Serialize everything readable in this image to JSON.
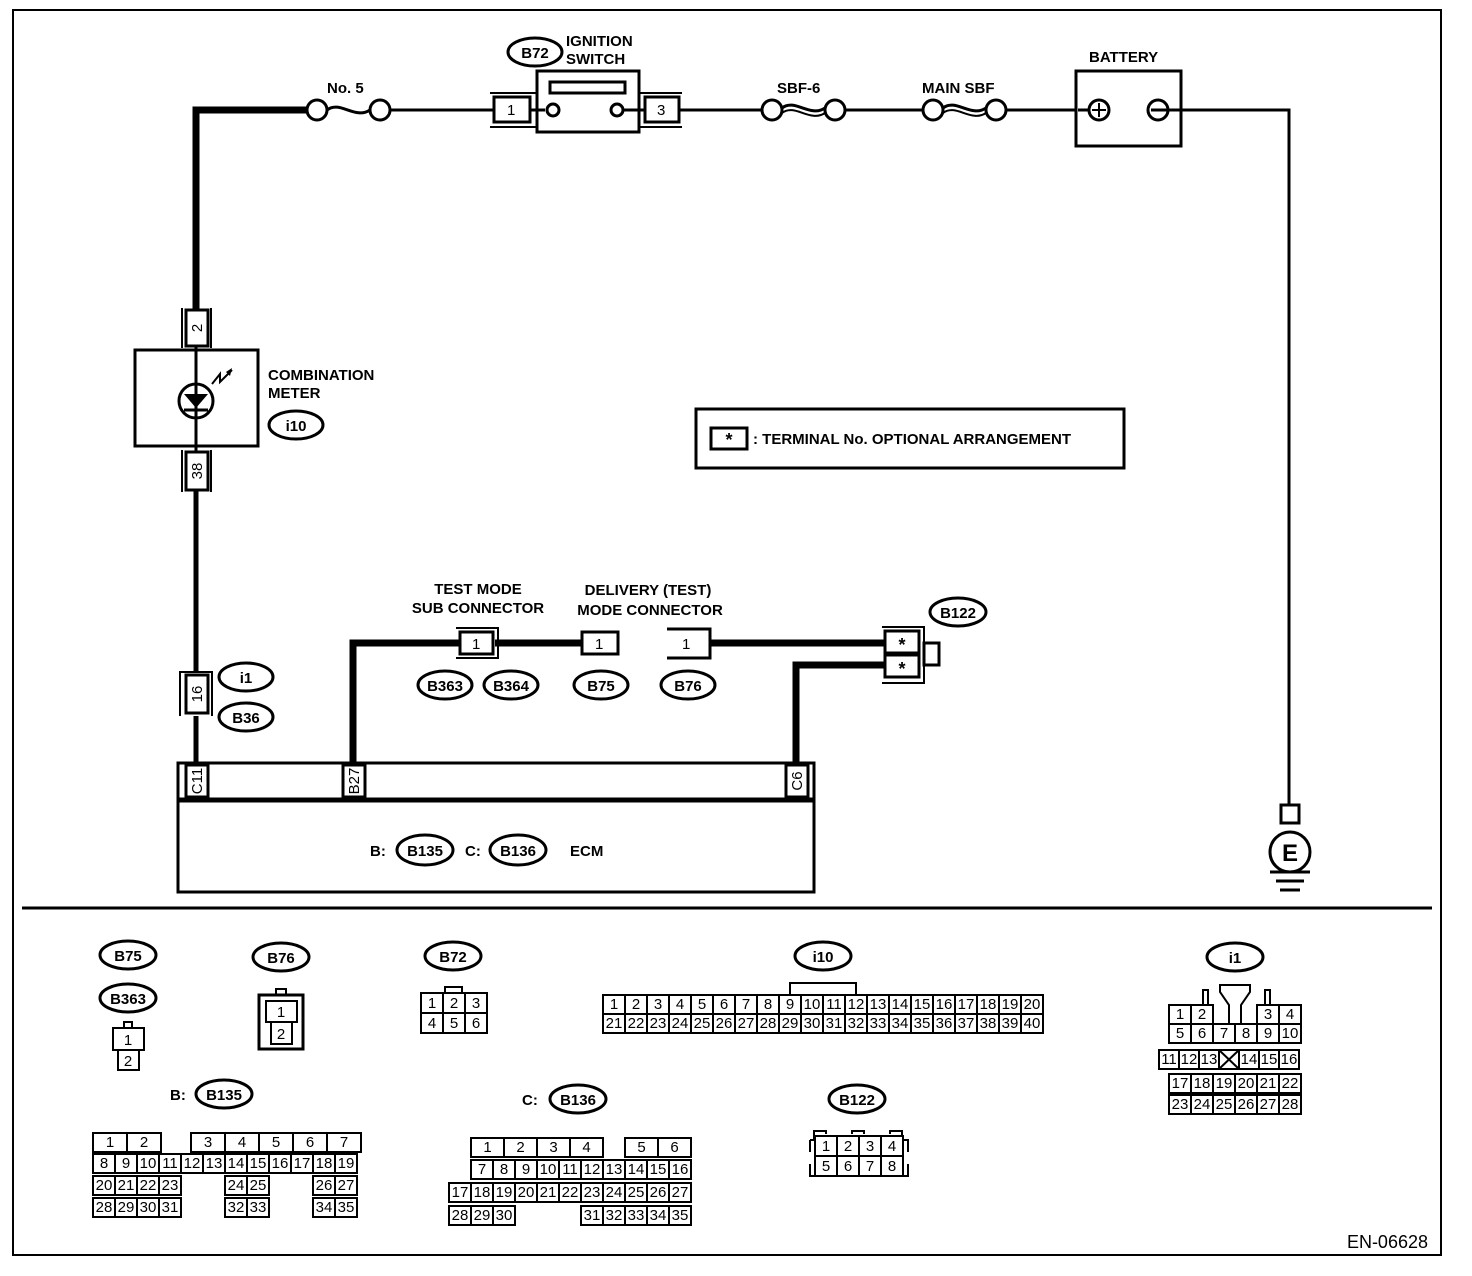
{
  "diagram": {
    "code": "EN-06628",
    "colors": {
      "line": "#000000",
      "background": "#ffffff"
    },
    "fuses": {
      "no5": "No. 5",
      "sbf6": "SBF-6",
      "main_sbf": "MAIN SBF"
    },
    "ignition_switch": {
      "label_line1": "IGNITION",
      "label_line2": "SWITCH",
      "connector": "B72",
      "pin_in": "1",
      "pin_out": "3"
    },
    "battery": {
      "label": "BATTERY",
      "plus": "+",
      "minus": "−"
    },
    "ground": {
      "label": "E"
    },
    "combination_meter": {
      "label_line1": "COMBINATION",
      "label_line2": "METER",
      "connector": "i10",
      "pin_top": "2",
      "pin_bottom": "38"
    },
    "legend": {
      "symbol": "*",
      "text": ": TERMINAL No. OPTIONAL ARRANGEMENT"
    },
    "joint_connector": {
      "pin": "16",
      "conn1": "i1",
      "conn2": "B36"
    },
    "test_mode_sub": {
      "label_line1": "TEST MODE",
      "label_line2": "SUB CONNECTOR",
      "pin": "1",
      "conn1": "B363",
      "conn2": "B364"
    },
    "delivery_mode": {
      "label_line1": "DELIVERY (TEST)",
      "label_line2": "MODE CONNECTOR",
      "pin_b75": "1",
      "pin_b76": "1",
      "conn_b75": "B75",
      "conn_b76": "B76"
    },
    "b122": {
      "connector": "B122",
      "pin1": "*",
      "pin2": "*"
    },
    "ecm": {
      "label": "ECM",
      "b_prefix": "B:",
      "b_conn": "B135",
      "c_prefix": "C:",
      "c_conn": "B136",
      "pin_c11": "C11",
      "pin_b27": "B27",
      "pin_c6": "C6"
    },
    "connector_views": {
      "b75": {
        "label": "B75",
        "label2": "B363",
        "pins": [
          "1",
          "2"
        ]
      },
      "b76": {
        "label": "B76",
        "pins": [
          "1",
          "2"
        ]
      },
      "b72": {
        "label": "B72",
        "pins": [
          "1",
          "2",
          "3",
          "4",
          "5",
          "6"
        ]
      },
      "i10": {
        "label": "i10",
        "row1": [
          "1",
          "2",
          "3",
          "4",
          "5",
          "6",
          "7",
          "8",
          "9",
          "10",
          "11",
          "12",
          "13",
          "14",
          "15",
          "16",
          "17",
          "18",
          "19",
          "20"
        ],
        "row2": [
          "21",
          "22",
          "23",
          "24",
          "25",
          "26",
          "27",
          "28",
          "29",
          "30",
          "31",
          "32",
          "33",
          "34",
          "35",
          "36",
          "37",
          "38",
          "39",
          "40"
        ]
      },
      "i1": {
        "label": "i1",
        "row1": [
          "1",
          "2",
          "3",
          "4"
        ],
        "row2": [
          "5",
          "6",
          "7",
          "8",
          "9",
          "10"
        ],
        "row3": [
          "11",
          "12",
          "13",
          "14",
          "15",
          "16"
        ],
        "row4": [
          "17",
          "18",
          "19",
          "20",
          "21",
          "22"
        ],
        "row5": [
          "23",
          "24",
          "25",
          "26",
          "27",
          "28"
        ]
      },
      "b135": {
        "prefix": "B:",
        "label": "B135",
        "row1": [
          "1",
          "2",
          "3",
          "4",
          "5",
          "6",
          "7"
        ],
        "row2": [
          "8",
          "9",
          "10",
          "11",
          "12",
          "13",
          "14",
          "15",
          "16",
          "17",
          "18",
          "19"
        ],
        "row3": [
          "20",
          "21",
          "22",
          "23",
          "24",
          "25",
          "26",
          "27"
        ],
        "row4": [
          "28",
          "29",
          "30",
          "31",
          "32",
          "33",
          "34",
          "35"
        ]
      },
      "b136": {
        "prefix": "C:",
        "label": "B136",
        "row1": [
          "1",
          "2",
          "3",
          "4",
          "5",
          "6"
        ],
        "row2": [
          "7",
          "8",
          "9",
          "10",
          "11",
          "12",
          "13",
          "14",
          "15",
          "16"
        ],
        "row3": [
          "17",
          "18",
          "19",
          "20",
          "21",
          "22",
          "23",
          "24",
          "25",
          "26",
          "27"
        ],
        "row4": [
          "28",
          "29",
          "30",
          "31",
          "32",
          "33",
          "34",
          "35"
        ]
      },
      "b122": {
        "label": "B122",
        "row1": [
          "1",
          "2",
          "3",
          "4"
        ],
        "row2": [
          "5",
          "6",
          "7",
          "8"
        ]
      }
    }
  }
}
